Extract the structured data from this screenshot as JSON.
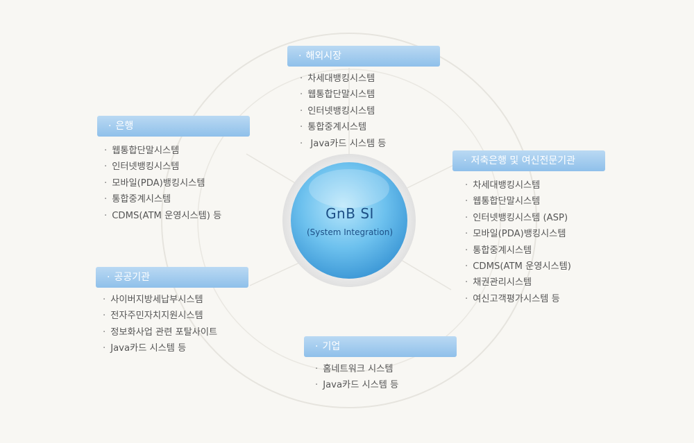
{
  "center": {
    "title": "GnB SI",
    "subtitle": "(System Integration)"
  },
  "groups": {
    "overseas": {
      "title": "해외시장",
      "items": [
        "차세대뱅킹시스템",
        "웹통합단말시스템",
        "인터넷뱅킹시스템",
        "통합중계시스템",
        " Java카드 시스템 등"
      ]
    },
    "bank": {
      "title": "은행",
      "items": [
        "웹통합단말시스템",
        "인터넷뱅킹시스템",
        "모바일(PDA)뱅킹시스템",
        "통합중계시스템",
        "CDMS(ATM 운영시스템) 등"
      ]
    },
    "savings": {
      "title": "저축은행 및 여신전문기관",
      "items": [
        "차세대뱅킹시스템",
        "웹통합단말시스템",
        "인터넷뱅킹시스템 (ASP)",
        "모바일(PDA)뱅킹시스템",
        "통합중계시스템",
        "CDMS(ATM 운영시스템)",
        "채권관리시스템",
        "여신고객평가시스템 등"
      ]
    },
    "public": {
      "title": "공공기관",
      "items": [
        "사이버지방세납부시스템",
        "전자주민자치지원시스템",
        "정보화사업 관련 포탈사이트",
        "Java카드 시스템 등"
      ]
    },
    "enterprise": {
      "title": "기업",
      "items": [
        "홈네트워크 시스템",
        "Java카드 시스템 등"
      ]
    }
  },
  "colors": {
    "header_gradient_top": "#bad9f3",
    "header_gradient_bottom": "#8fc0ea",
    "center_sphere": "#5fb6ea",
    "center_text": "#1c4f86",
    "ring_stroke": "#e4e2dc"
  }
}
